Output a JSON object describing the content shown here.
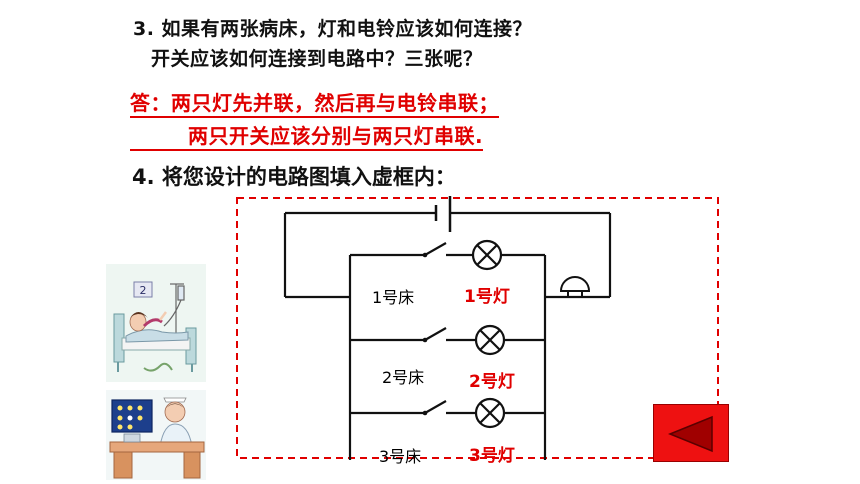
{
  "question3": {
    "line1": "3. 如果有两张病床，灯和电铃应该如何连接？",
    "line2": "开关应该如何连接到电路中？三张呢？"
  },
  "answer": {
    "line1": "答：两只灯先并联，然后再与电铃串联；",
    "line2": "两只开关应该分别与两只灯串联."
  },
  "question4": "4. 将您设计的电路图填入虚框内：",
  "circuit": {
    "beds": [
      "1号床",
      "2号床",
      "3号床"
    ],
    "lamps": [
      "1号灯",
      "2号灯",
      "3号灯"
    ]
  },
  "illustration": {
    "bed_number": "2"
  },
  "colors": {
    "answer": "#e00000",
    "dashed_frame": "#e00000",
    "button": "#ee1111"
  },
  "nav": {
    "back_icon": "triangle-left-icon"
  }
}
